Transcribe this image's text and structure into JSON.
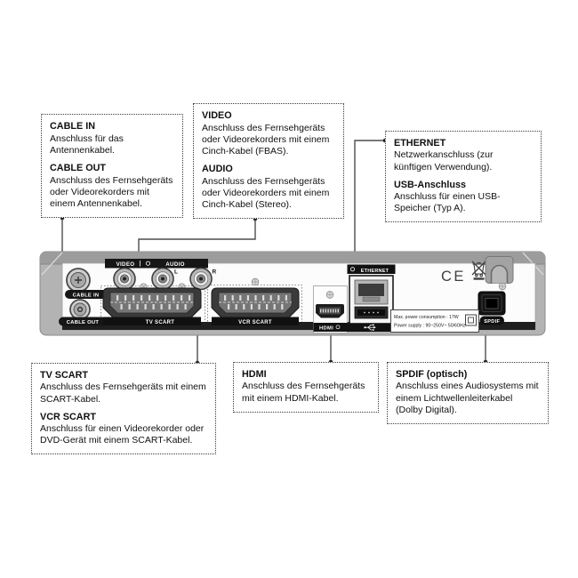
{
  "page": {
    "background": "#ffffff"
  },
  "colors": {
    "casing": "#b3b3b3",
    "casing_top": "#9c9c9c",
    "panel_face": "#fcfcfc",
    "label_bar": "#161616",
    "dark_band": "#1f1f1f",
    "callout_border": "#3c3c3c",
    "callout_text": "#101010",
    "connector_line": "#4d4d4d"
  },
  "callouts": {
    "cable": {
      "sections": [
        {
          "title": "CABLE IN",
          "body": "Anschluss für das Antennenkabel."
        },
        {
          "title": "CABLE OUT",
          "body": "Anschluss des Fernsehgeräts oder Videorekorders mit einem Antennenkabel."
        }
      ]
    },
    "video_audio": {
      "sections": [
        {
          "title": "VIDEO",
          "body": "Anschluss des Fernsehgeräts oder Videorekorders mit einem Cinch-Kabel (FBAS)."
        },
        {
          "title": "AUDIO",
          "body": "Anschluss des Fernsehgeräts oder Videorekorders mit einem Cinch-Kabel (Stereo)."
        }
      ]
    },
    "ethernet_usb": {
      "sections": [
        {
          "title": "ETHERNET",
          "body": "Netzwerkanschluss (zur künftigen Verwendung)."
        },
        {
          "title": "USB-Anschluss",
          "body": "Anschluss für einen USB-Speicher (Typ A)."
        }
      ]
    },
    "scart": {
      "sections": [
        {
          "title": "TV SCART",
          "body": "Anschluss des Fernsehgeräts mit einem SCART-Kabel."
        },
        {
          "title": "VCR SCART",
          "body": "Anschluss für einen Videorekorder oder DVD-Gerät mit einem SCART-Kabel."
        }
      ]
    },
    "hdmi": {
      "sections": [
        {
          "title": "HDMI",
          "body": "Anschluss des Fernsehgeräts mit einem HDMI-Kabel."
        }
      ]
    },
    "spdif": {
      "sections": [
        {
          "title": "SPDIF (optisch)",
          "body": "Anschluss eines Audiosystems mit einem Lichtwellenleiterkabel (Dolby Digital)."
        }
      ]
    }
  },
  "device": {
    "labels": {
      "cable_in": "CABLE IN",
      "cable_out": "CABLE OUT",
      "video": "VIDEO",
      "audio": "AUDIO",
      "audio_l": "L",
      "audio_r": "R",
      "tv_scart": "TV SCART",
      "vcr_scart": "VCR SCART",
      "hdmi": "HDMI",
      "ethernet": "ETHERNET",
      "spdif": "SPDIF",
      "ce_mark": "CE"
    },
    "power_plate": {
      "line1": "Max. power consumption : 17W",
      "line2": "Power supply : 90~250V~ 50/60Hz"
    }
  }
}
